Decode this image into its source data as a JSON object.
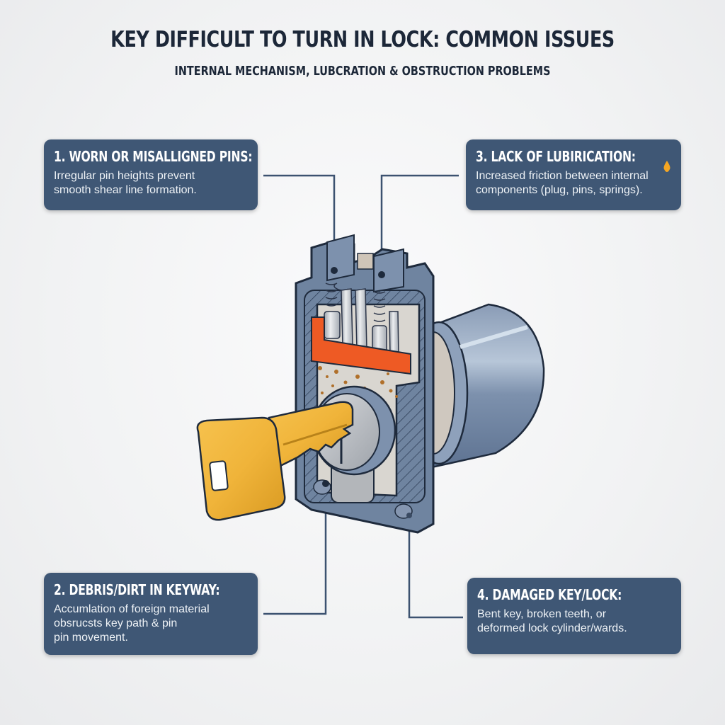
{
  "title": "KEY DIFFICULT TO TURN IN LOCK: COMMON ISSUES",
  "subtitle": "INTERNAL MECHANISM, LUBCRATION & OBSTRUCTION PROBLEMS",
  "callouts": [
    {
      "number": 1,
      "heading": "1. WORN OR MISALLIGNED PINS:",
      "body": "Irregular pin heights prevent\nsmooth shear line formation.",
      "points_to": "pin-stack"
    },
    {
      "number": 2,
      "heading": "2. DEBRIS/DIRT IN KEYWAY:",
      "body": " Accumlation of foreign material\n obsrucsts key path & pin\npin movement.",
      "points_to": "keyway"
    },
    {
      "number": 3,
      "heading": "3. LACK OF LUBIRICATION:",
      "body": "Increased friction between internal\ncomponents (plug, pins, springs).",
      "icon": "oil-drop-icon",
      "points_to": "springs"
    },
    {
      "number": 4,
      "heading": "4. DAMAGED KEY/LOCK:",
      "body": " Bent key, broken teeth, or\n deformed lock cylinder/wards.",
      "points_to": "lock-housing"
    }
  ],
  "colors": {
    "background": "#f1f2f3",
    "title_text": "#1c2738",
    "callout_bg": "#3f5775",
    "connector": "#3c5270",
    "lock_body": "#6f84a0",
    "lock_outline": "#1e2a3c",
    "shear_line": "#ee5a24",
    "key_gold": "#f0b43a",
    "debris": "#b0702a",
    "oil_drop": "#f5a623"
  }
}
